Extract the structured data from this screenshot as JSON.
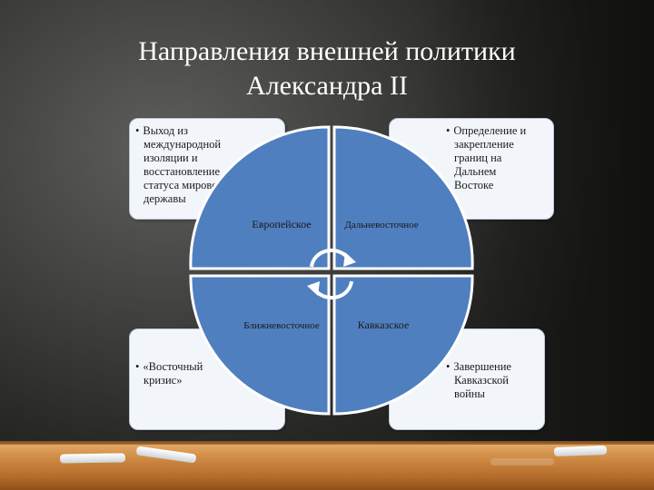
{
  "title": {
    "line1": "Направления внешней политики",
    "line2": "Александра II"
  },
  "quadrants": [
    {
      "id": "tl",
      "label": "Европейское"
    },
    {
      "id": "tr",
      "label": "Дальневосточное"
    },
    {
      "id": "bl",
      "label": "Ближневосточное"
    },
    {
      "id": "br",
      "label": "Кавказское"
    }
  ],
  "cards": {
    "tl": {
      "bullet": "•",
      "lines": [
        "Выход из",
        "международной",
        "изоляции и",
        "восстановление",
        "статуса мировой",
        "державы"
      ]
    },
    "tr": {
      "bullet": "•",
      "lines": [
        "Определение и",
        "закрепление",
        "границ на",
        "Дальнем",
        "Востоке"
      ]
    },
    "bl": {
      "bullet": "•",
      "lines": [
        "«Восточный",
        "кризис»"
      ]
    },
    "br": {
      "bullet": "•",
      "lines": [
        "Завершение",
        "Кавказской",
        "войны"
      ]
    }
  },
  "colors": {
    "quadrant_fill": "#4f7fbf",
    "quadrant_stroke": "#ffffff",
    "card_fill": "#f2f6fa",
    "arrow_fill": "#ffffff"
  },
  "icons": {
    "cycle_arrows": "circular-arrows-icon",
    "chalk": "chalk-stick"
  }
}
